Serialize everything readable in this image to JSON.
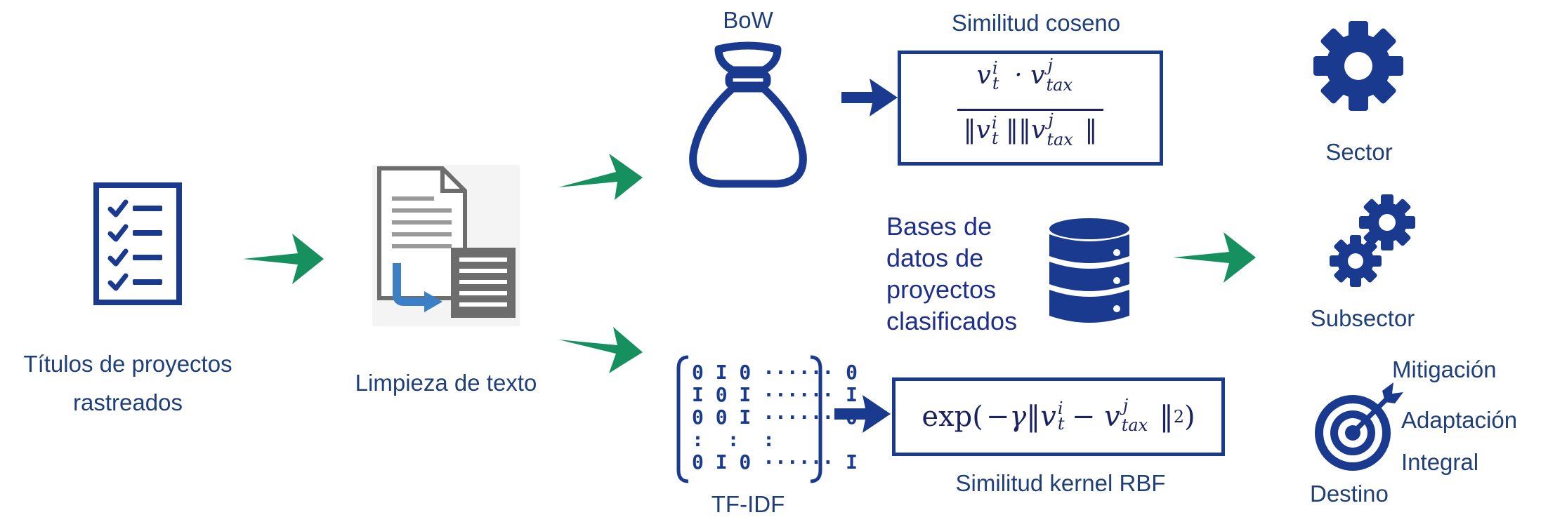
{
  "labels": {
    "titulos_line1": "Títulos de proyectos",
    "titulos_line2": "rastreados",
    "limpieza": "Limpieza de texto",
    "bow": "BoW",
    "tfidf": "TF-IDF",
    "similitud_coseno": "Similitud coseno",
    "similitud_rbf": "Similitud kernel RBF",
    "bases_line1": "Bases de",
    "bases_line2": "datos de",
    "bases_line3": "proyectos",
    "bases_line4": "clasificados",
    "sector": "Sector",
    "subsector": "Subsector",
    "destino": "Destino",
    "mitigacion": "Mitigación",
    "adaptacion": "Adaptación",
    "integral": "Integral"
  },
  "matrix": {
    "rows": [
      "0 I 0 ······ 0",
      "I 0 I ······ I",
      "0 0 I ······ 0",
      ":  :  :          :",
      "0 I 0 ······ I"
    ]
  },
  "formulas": {
    "cos_numerator": "v_t^i · v_tax^j",
    "cos_denominator": "‖v_t^i‖‖v_tax^j‖",
    "rbf": "exp(−γ‖v_t^i − v_tax^j‖²)"
  },
  "colors": {
    "navy": "#1a3a8f",
    "green_arrow": "#15905e",
    "blue_arrow": "#1a3a8f",
    "label_blue": "#1f3f7a",
    "doc_gray": "#6d6d6d"
  },
  "icons": [
    "checklist-icon",
    "document-convert-icon",
    "money-bag-icon",
    "binary-matrix-icon",
    "database-icon",
    "gear-icon",
    "two-gears-icon",
    "target-icon"
  ]
}
